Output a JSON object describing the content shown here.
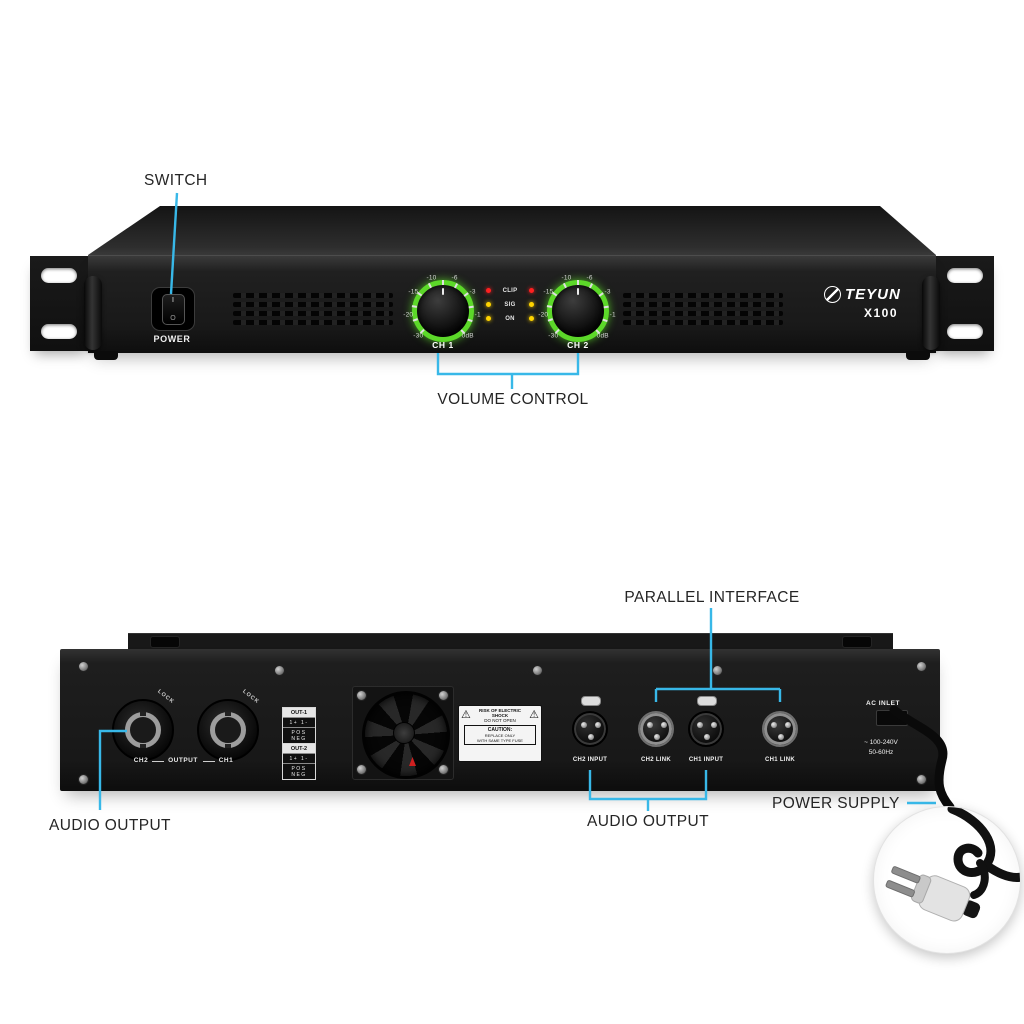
{
  "colors": {
    "callout": "#38b8e8",
    "knob_green": "#5cd829",
    "led_red": "#ff2020",
    "led_yellow": "#ffd400"
  },
  "callouts": {
    "switch": "SWITCH",
    "volume": "VOLUME CONTROL",
    "parallel": "PARALLEL INTERFACE",
    "audio_output_left": "AUDIO OUTPUT",
    "audio_output_center": "AUDIO OUTPUT",
    "power_supply": "POWER SUPPLY"
  },
  "front": {
    "power_label": "POWER",
    "switch_marks": {
      "on": "I",
      "off": "O"
    },
    "brand": "TEYUN",
    "model": "X100",
    "knobs": [
      {
        "name": "CH 1"
      },
      {
        "name": "CH 2"
      }
    ],
    "scale_labels": [
      "-30",
      "-20",
      "-15",
      "-10",
      "-6",
      "-3",
      "-1",
      "0dB"
    ],
    "leds": [
      {
        "label": "CLIP",
        "color": "#ff2020"
      },
      {
        "label": "SIG",
        "color": "#ffd400"
      },
      {
        "label": "ON",
        "color": "#ffd400"
      }
    ]
  },
  "rear": {
    "lock_label": "LOCK",
    "speakon_row": {
      "left": "CH2",
      "center": "OUTPUT",
      "right": "CH1"
    },
    "out_blocks": [
      {
        "header": "OUT-1",
        "row1": "1+ 1-",
        "row2": "POS NEG"
      },
      {
        "header": "OUT-2",
        "row1": "1+ 1-",
        "row2": "POS NEG"
      }
    ],
    "warning": {
      "line1": "RISK OF ELECTRIC SHOCK",
      "line2": "DO NOT OPEN",
      "caution": "CAUTION:",
      "line3": "REPLACE ONLY",
      "line4": "WITH SAME TYPE FUSE"
    },
    "xlr": [
      {
        "label": "CH2 INPUT"
      },
      {
        "label": "CH2 LINK"
      },
      {
        "label": "CH1 INPUT"
      },
      {
        "label": "CH1 LINK"
      }
    ],
    "ac": {
      "title": "AC INLET",
      "volts": "~ 100-240V",
      "hz": "50-60Hz"
    }
  }
}
